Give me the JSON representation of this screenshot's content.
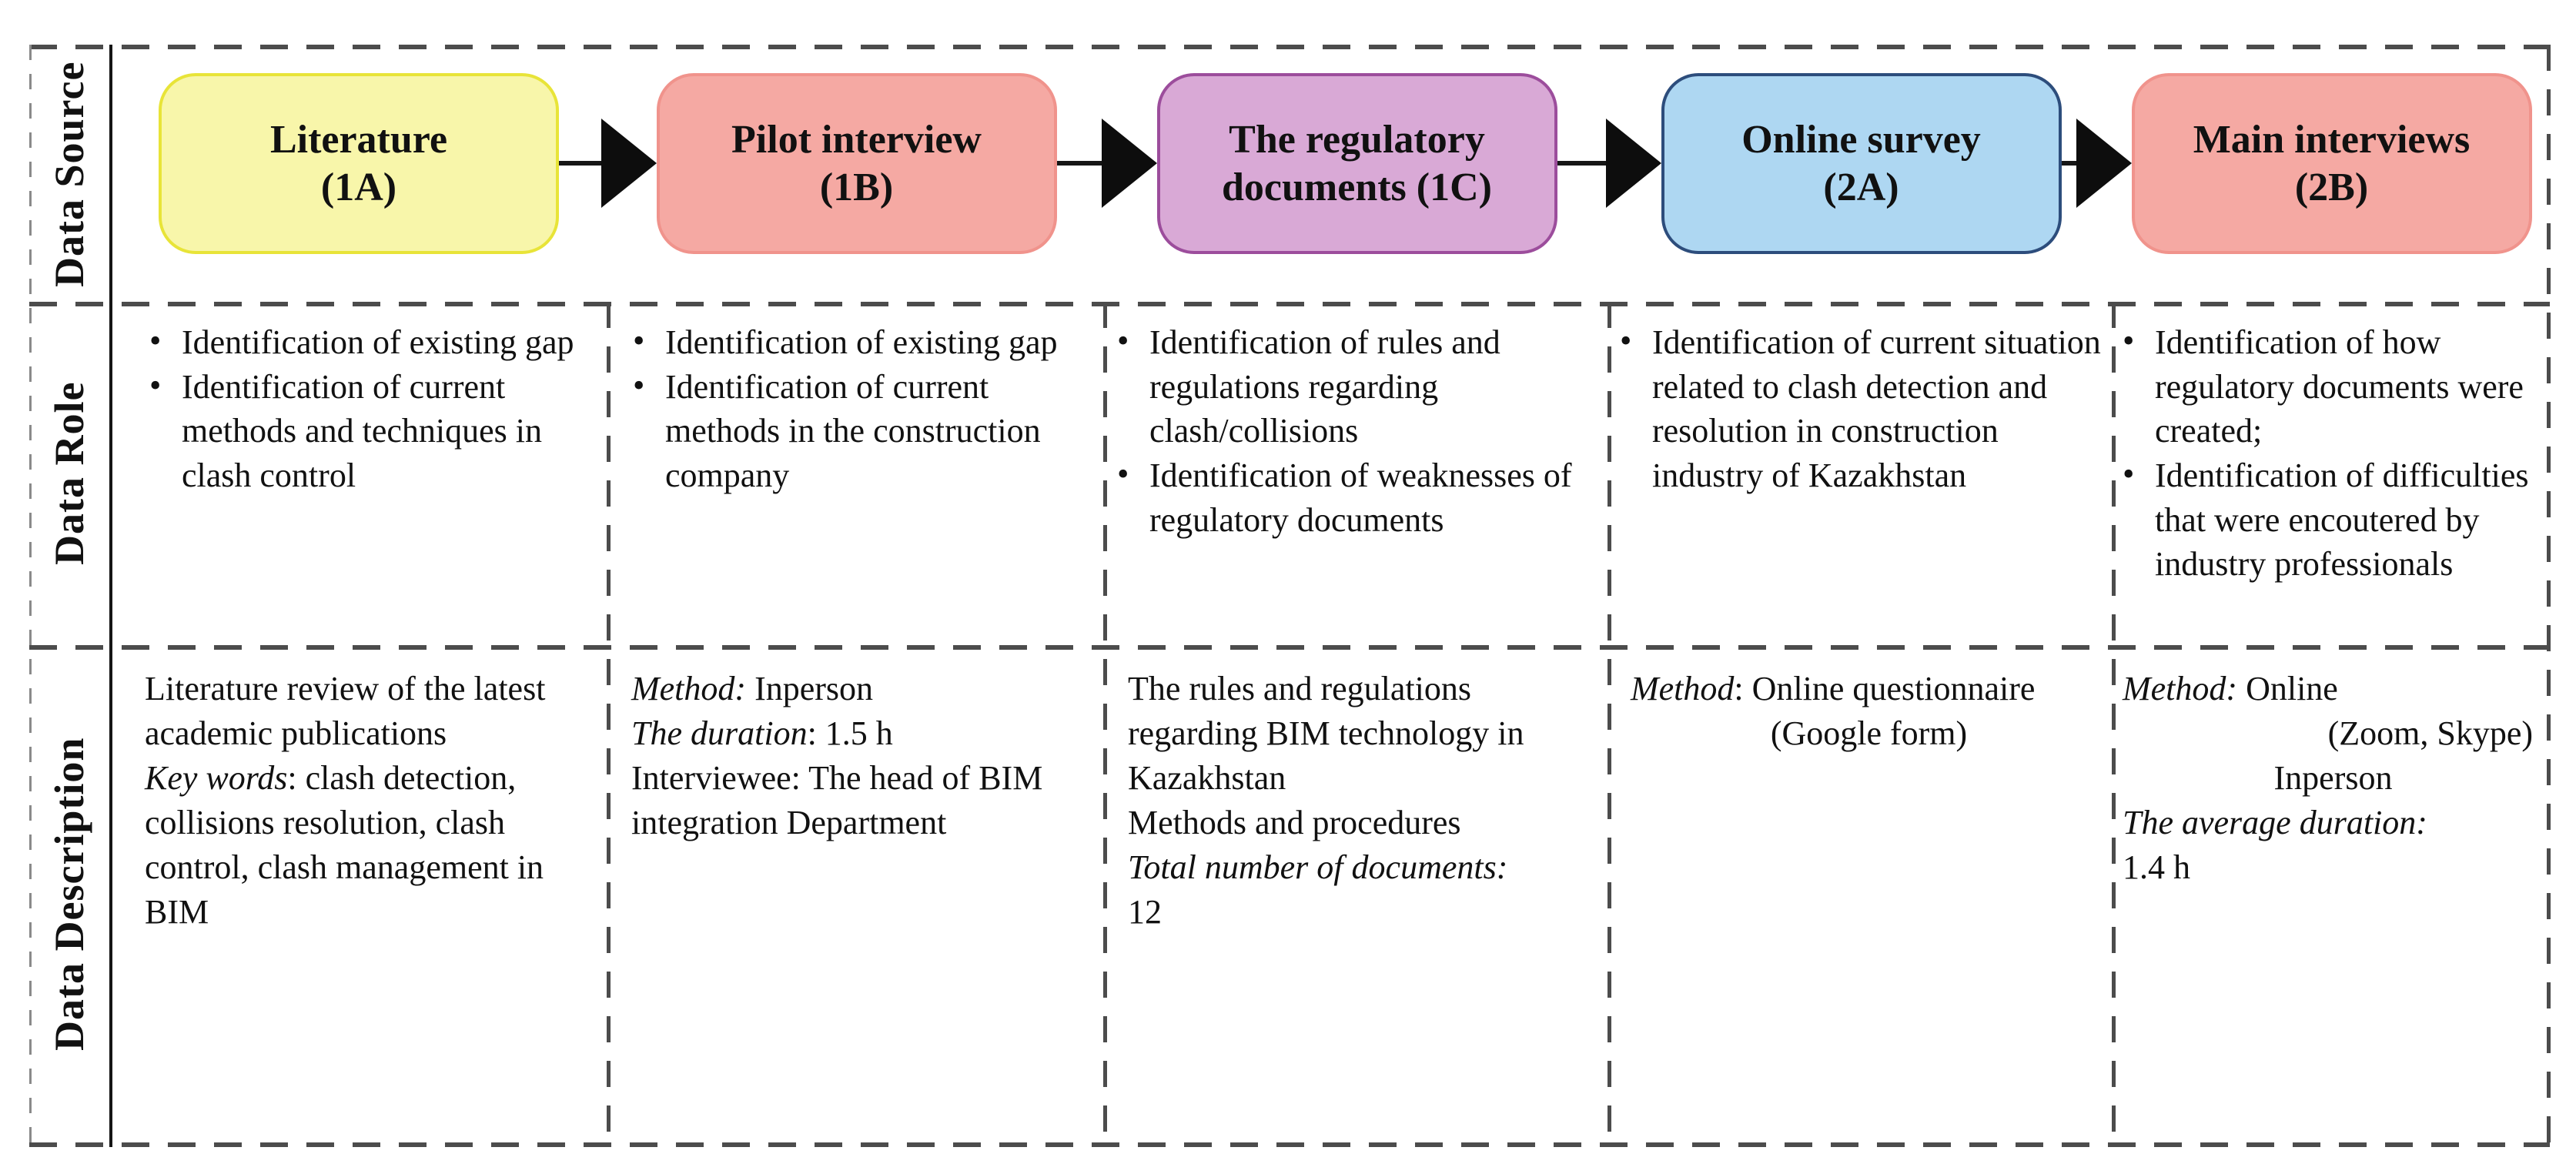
{
  "diagram": {
    "row_labels": [
      "Data Source",
      "Data Role",
      "Data Description"
    ],
    "line_color": "#4c4c4c",
    "arrow_color": "#0d0d0d",
    "columns": [
      {
        "box": {
          "line1": "Literature",
          "line2": "(1A)",
          "fill": "#f8f6aa",
          "border": "#e8e438"
        },
        "roles": [
          "Identification of existing gap",
          "Identification of current methods and techniques in clash control"
        ],
        "description": [
          {
            "runs": [
              {
                "text": "Literature review of the latest academic publications"
              }
            ]
          },
          {
            "runs": [
              {
                "text": "Key words",
                "italic": true
              },
              {
                "text": ": clash detection, collisions resolution, clash control, clash management in BIM"
              }
            ]
          }
        ]
      },
      {
        "box": {
          "line1": "Pilot interview",
          "line2": "(1B)",
          "fill": "#f5a9a3",
          "border": "#f0938c"
        },
        "roles": [
          "Identification of existing gap",
          "Identification of current methods in the construction company"
        ],
        "description": [
          {
            "runs": [
              {
                "text": "Method:",
                "italic": true
              },
              {
                "text": " Inperson"
              }
            ]
          },
          {
            "runs": [
              {
                "text": "The duration",
                "italic": true
              },
              {
                "text": ": 1.5 h"
              }
            ]
          },
          {
            "runs": [
              {
                "text": "Interviewee: The head of BIM integration Department"
              }
            ]
          }
        ]
      },
      {
        "box": {
          "line1": "The regulatory",
          "line2": "documents (1C)",
          "fill": "#d9a9d6",
          "border": "#9c4d9c"
        },
        "roles": [
          "Identification of rules and regulations regarding clash/collisions",
          "Identification of weaknesses of regulatory documents"
        ],
        "description": [
          {
            "runs": [
              {
                "text": "The rules and regulations regarding BIM technology in Kazakhstan"
              }
            ]
          },
          {
            "runs": [
              {
                "text": "Methods and procedures"
              }
            ]
          },
          {
            "runs": [
              {
                "text": "Total number of documents:",
                "italic": true
              },
              {
                "text": " 12"
              }
            ]
          }
        ]
      },
      {
        "box": {
          "line1": "Online survey",
          "line2": "(2A)",
          "fill": "#aed7f2",
          "border": "#2d4d7c"
        },
        "roles": [
          "Identification of current situation related to clash detection and resolution in construction industry of Kazakhstan"
        ],
        "description": [
          {
            "runs": [
              {
                "text": "Method",
                "italic": true
              },
              {
                "text": ": Online questionnaire"
              }
            ]
          },
          {
            "runs": [
              {
                "text": "(Google form)"
              }
            ],
            "align": "center"
          }
        ]
      },
      {
        "box": {
          "line1": "Main interviews",
          "line2": "(2B)",
          "fill": "#f5a9a3",
          "border": "#f0938c"
        },
        "roles": [
          "Identification of how regulatory documents were created;",
          "Identification of difficulties that were encoutered by industry professionals"
        ],
        "description": [
          {
            "runs": [
              {
                "text": "Method:",
                "italic": true
              },
              {
                "text": " Online"
              }
            ]
          },
          {
            "runs": [
              {
                "text": "(Zoom, Skype)"
              }
            ],
            "align": "right"
          },
          {
            "runs": [
              {
                "text": "Inperson"
              }
            ],
            "align": "center"
          },
          {
            "runs": [
              {
                "text": "The average duration:",
                "italic": true
              }
            ]
          },
          {
            "runs": [
              {
                "text": "1.4 h"
              }
            ]
          }
        ]
      }
    ]
  }
}
